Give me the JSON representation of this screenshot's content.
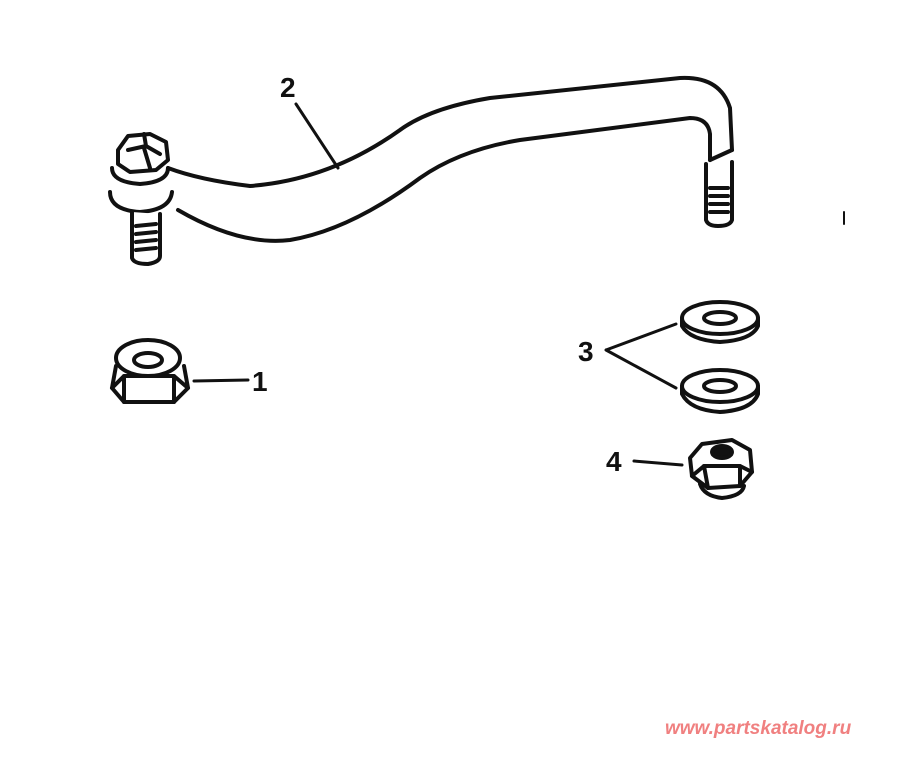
{
  "diagram": {
    "type": "exploded-parts-diagram",
    "callouts": [
      {
        "number": "1",
        "part": "hex flange locknut (large)"
      },
      {
        "number": "2",
        "part": "link rod with threaded ends"
      },
      {
        "number": "3",
        "part": "washers (2)"
      },
      {
        "number": "4",
        "part": "hex flange locknut (small)"
      }
    ]
  },
  "labels": {
    "c1": "1",
    "c2": "2",
    "c3": "3",
    "c4": "4"
  },
  "watermark": "www.partskatalog.ru",
  "colors": {
    "ink": "#111111",
    "background": "#ffffff",
    "watermark": "#f08080"
  }
}
